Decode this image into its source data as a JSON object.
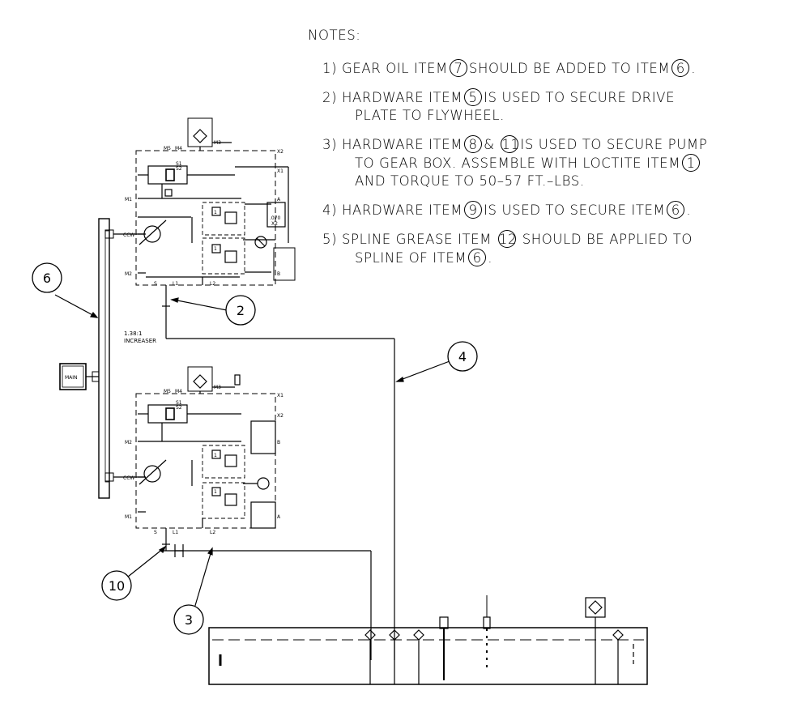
{
  "notes": {
    "title": "NOTES:",
    "n1": {
      "a": "1)  GEAR  OIL  ITEM",
      "c1": "7",
      "b": "SHOULD  BE  ADDED  TO  ITEM",
      "c2": "6",
      "end": "."
    },
    "n2": {
      "a": "2)  HARDWARE  ITEM",
      "c1": "5",
      "b": "IS  USED  TO  SECURE  DRIVE",
      "l2": "PLATE  TO  FLYWHEEL."
    },
    "n3": {
      "a": "3)  HARDWARE  ITEM",
      "c1": "8",
      "mid": "&",
      "c2": "11",
      "b": "IS  USED  TO  SECURE  PUMP",
      "l2": "TO  GEAR  BOX.   ASSEMBLE  WITH  LOCTITE  ITEM",
      "c3": "1",
      "l3": "AND  TORQUE  TO  50–57  FT.–LBS."
    },
    "n4": {
      "a": "4)  HARDWARE  ITEM",
      "c1": "9",
      "b": "IS  USED  TO  SECURE  ITEM",
      "c2": "6",
      "end": "."
    },
    "n5": {
      "a": "5)  SPLINE  GREASE  ITEM",
      "c1": "12",
      "b": "SHOULD  BE  APPLIED  TO",
      "l2": "SPLINE  OF  ITEM",
      "c2": "6",
      "end": "."
    }
  },
  "balloons": {
    "b6": "6",
    "b2": "2",
    "b4": "4",
    "b10": "10",
    "b3": "3"
  },
  "labels": {
    "increaser1": "1.38:1",
    "increaser2": "INCREASER",
    "main": "MAIN",
    "ccw": "CCW",
    "m1": "M1",
    "m2": "M2",
    "m3": "M3",
    "m4": "M4",
    "m5": "M5",
    "x1": "X1",
    "x2": "X2",
    "s1": "S1",
    "s2": "S2",
    "a": "A",
    "b": "B",
    "s": "S",
    "l1": "L1",
    "l2": "L2",
    "orifice": ".070",
    "orifice_x": "X2",
    "one": "1"
  }
}
